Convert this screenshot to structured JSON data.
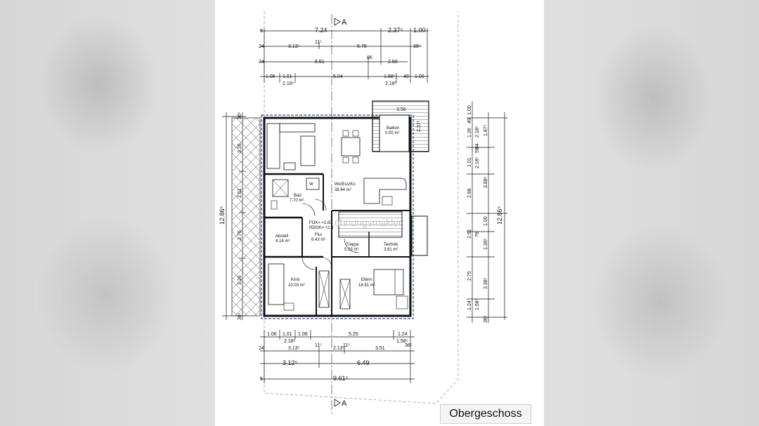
{
  "caption": "Obergeschoss",
  "section_marker": "A",
  "watermark": "ohnungsmakler",
  "dimensions": {
    "top": {
      "row1": [
        "5",
        "7.24",
        "2.37⁵",
        "1.00"
      ],
      "row2": [
        "24",
        "3.13⁵",
        "11⁵",
        "5.76",
        "36⁵"
      ],
      "row3": [
        "24",
        "6.51",
        "86",
        "2.50"
      ],
      "row4": [
        "1.06",
        "1.01",
        "5.04",
        "1.88⁵",
        "49",
        "1.00"
      ],
      "row5": [
        "2.18⁵",
        "2.18⁵"
      ]
    },
    "left": {
      "overall": "12.86⁵",
      "segments": [
        "36⁵",
        "3.26",
        "2.51",
        "2.76",
        "3.26",
        "36⁵"
      ]
    },
    "right": {
      "overall": "12.86⁵",
      "segments": [
        "1.00",
        "49",
        "1.26",
        "2.18⁵",
        "1.01",
        "1.87⁵",
        "2.18⁵",
        "2.88",
        "3.88⁵",
        "1.00",
        "2.51",
        "1.39⁵",
        "76",
        "2.75",
        "1.24",
        "1.58⁵",
        "3.38⁵",
        "36⁵",
        "59",
        "84"
      ],
      "balcony": "3.56",
      "balcony_depth": "2.37⁵"
    },
    "bottom": {
      "row1": [
        "1.06",
        "1.01",
        "1.06",
        "5.25",
        "1.24"
      ],
      "row2": [
        "2.18⁵",
        "1.58⁵"
      ],
      "row3": [
        "24",
        "3.13⁵",
        "11⁵",
        "2.13⁵",
        "11⁵",
        "3.51",
        "36⁵"
      ],
      "row4": [
        "3.12⁵",
        "6.49"
      ],
      "row5": [
        "5",
        "9.61⁵"
      ]
    }
  },
  "rooms": [
    {
      "name": "Wo/Ess/Ko",
      "area": "38.64 m²"
    },
    {
      "name": "Bad",
      "area": "7.70 m²"
    },
    {
      "name": "Abstell",
      "area": "4.14 m²"
    },
    {
      "name": "Flur",
      "area": "6.43 m²"
    },
    {
      "name": "Treppe",
      "area": "5.33 m²"
    },
    {
      "name": "Technik",
      "area": "3.61 m²"
    },
    {
      "name": "Kind",
      "area": "10.03 m²"
    },
    {
      "name": "Eltern",
      "area": "18.91 m²"
    },
    {
      "name": "Balkon",
      "area": "0.00 m²"
    }
  ],
  "levels": [
    "FOK= +2.83",
    "RDOK= +2.8"
  ],
  "washer_label": "W"
}
